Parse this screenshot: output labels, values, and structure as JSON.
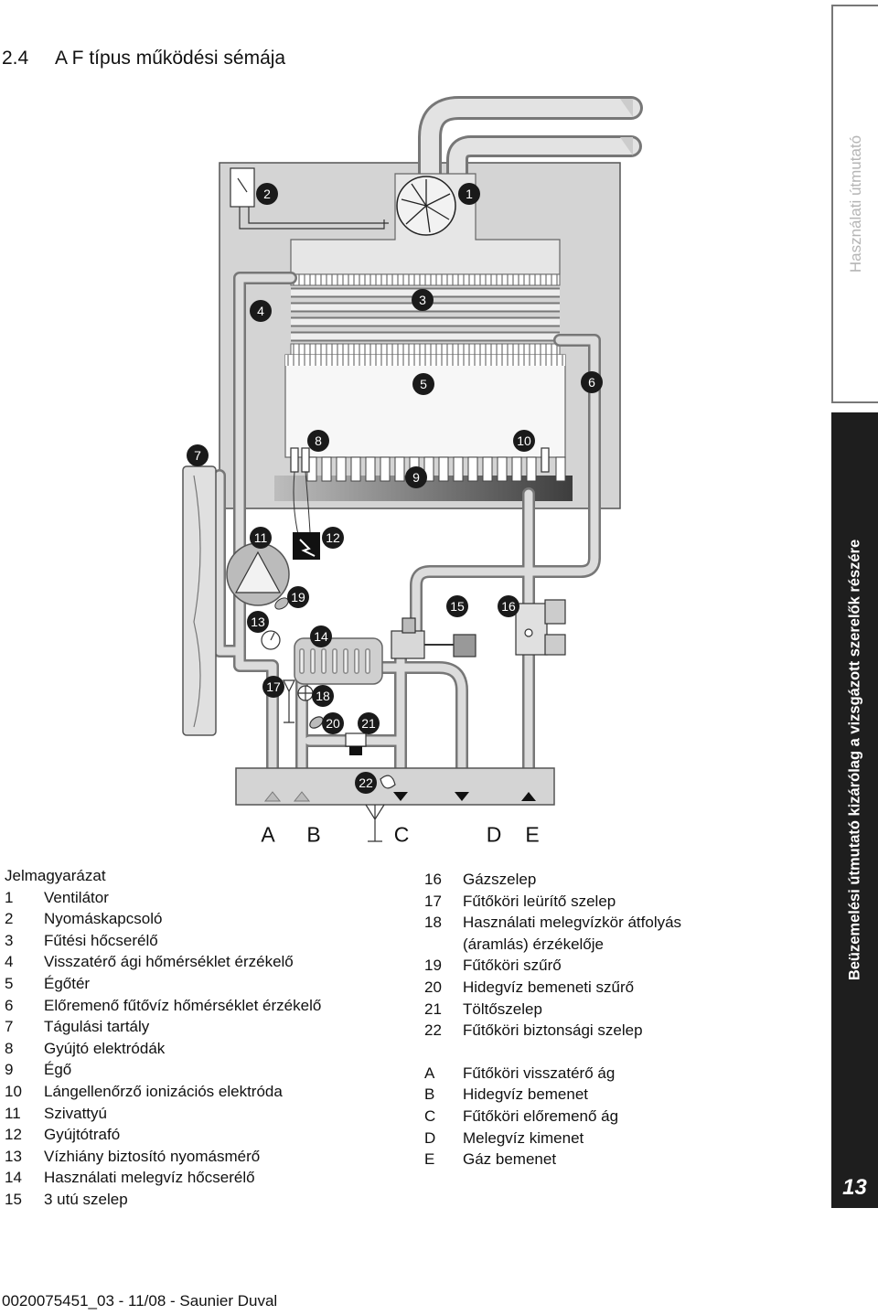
{
  "heading": {
    "number": "2.4",
    "title": "A F típus működési sémája"
  },
  "sidebar": {
    "top_text": "Használati útmutató",
    "bottom_text": "Beüzemelési útmutató kizárólag a vizsgázott szerelők részére",
    "page_number": "13"
  },
  "diagram": {
    "callouts": [
      "1",
      "2",
      "3",
      "4",
      "5",
      "6",
      "7",
      "8",
      "9",
      "10",
      "11",
      "12",
      "13",
      "14",
      "15",
      "16",
      "17",
      "18",
      "19",
      "20",
      "21",
      "22"
    ],
    "ports": [
      "A",
      "B",
      "C",
      "D",
      "E"
    ]
  },
  "legend": {
    "title": "Jelmagyarázat",
    "left": [
      {
        "k": "1",
        "v": "Ventilátor"
      },
      {
        "k": "2",
        "v": "Nyomáskapcsoló"
      },
      {
        "k": "3",
        "v": "Fűtési hőcserélő"
      },
      {
        "k": "4",
        "v": "Visszatérő ági hőmérséklet érzékelő"
      },
      {
        "k": "5",
        "v": "Égőtér"
      },
      {
        "k": "6",
        "v": "Előremenő fűtővíz hőmérséklet érzékelő"
      },
      {
        "k": "7",
        "v": "Tágulási tartály"
      },
      {
        "k": "8",
        "v": "Gyújtó elektródák"
      },
      {
        "k": "9",
        "v": "Égő"
      },
      {
        "k": "10",
        "v": "Lángellenőrző ionizációs elektróda"
      },
      {
        "k": "11",
        "v": "Szivattyú"
      },
      {
        "k": "12",
        "v": "Gyújtótrafó"
      },
      {
        "k": "13",
        "v": "Vízhiány biztosító nyomásmérő"
      },
      {
        "k": "14",
        "v": "Használati melegvíz hőcserélő"
      },
      {
        "k": "15",
        "v": "3 utú szelep"
      }
    ],
    "right": [
      {
        "k": "16",
        "v": "Gázszelep"
      },
      {
        "k": "17",
        "v": "Fűtőköri leürítő szelep"
      },
      {
        "k": "18",
        "v": "Használati melegvízkör átfolyás"
      },
      {
        "k": "",
        "v": "(áramlás) érzékelője"
      },
      {
        "k": "19",
        "v": "Fűtőköri szűrő"
      },
      {
        "k": "20",
        "v": "Hidegvíz bemeneti szűrő"
      },
      {
        "k": "21",
        "v": "Töltőszelep"
      },
      {
        "k": "22",
        "v": "Fűtőköri biztonsági szelep"
      }
    ],
    "ports": [
      {
        "k": "A",
        "v": "Fűtőköri visszatérő ág"
      },
      {
        "k": "B",
        "v": "Hidegvíz bemenet"
      },
      {
        "k": "C",
        "v": "Fűtőköri előremenő ág"
      },
      {
        "k": "D",
        "v": "Melegvíz kimenet"
      },
      {
        "k": "E",
        "v": "Gáz bemenet"
      }
    ]
  },
  "footer": "0020075451_03 - 11/08 - Saunier Duval"
}
